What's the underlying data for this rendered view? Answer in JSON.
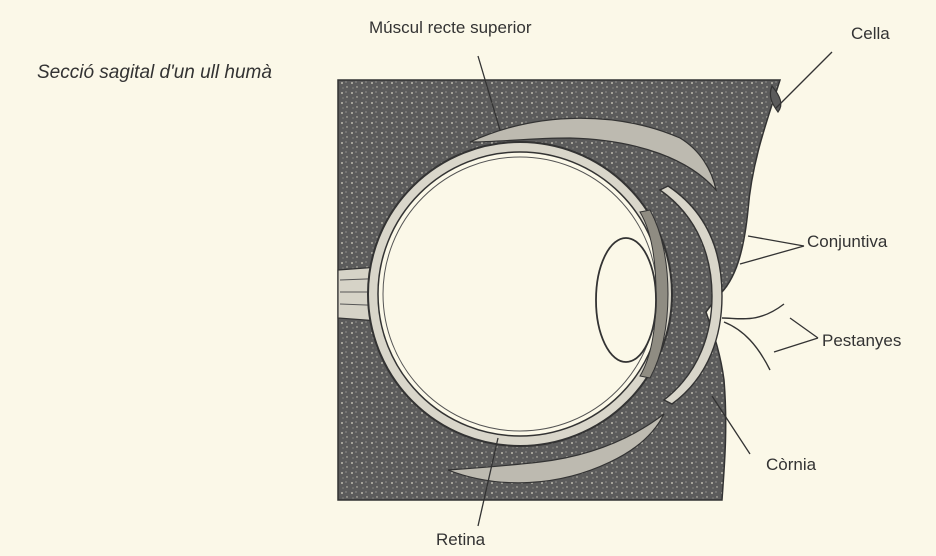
{
  "caption": "Secció sagital d'un ull humà",
  "labels": {
    "muscle": "Múscul recte superior",
    "eyebrow": "Cella",
    "conjunctiva": "Conjuntiva",
    "eyelashes": "Pestanyes",
    "cornea": "Còrnia",
    "retina": "Retina"
  },
  "colors": {
    "background": "#fbf8e8",
    "tissue": "#5b5b5b",
    "line": "#333333",
    "eyeball": "#fbf8e8"
  }
}
